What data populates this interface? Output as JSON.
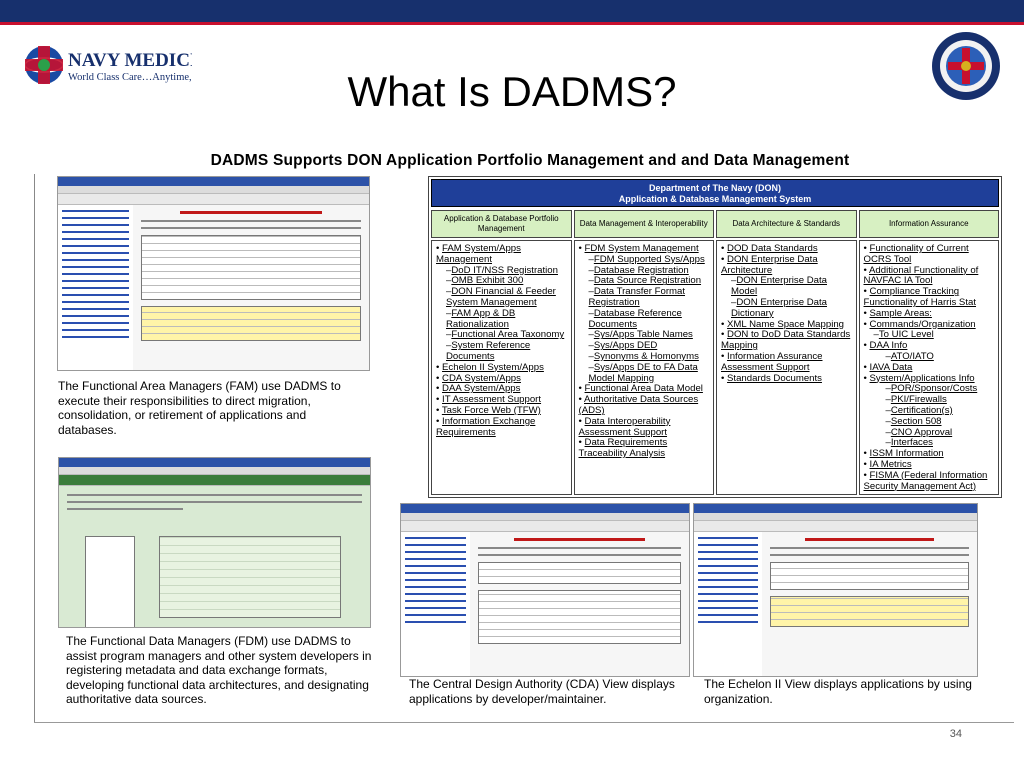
{
  "slide": {
    "title": "What Is DADMS?",
    "subtitle": "DADMS Supports DON Application Portfolio Management and and Data Management",
    "page_number": "34"
  },
  "logo": {
    "org": "NAVY MEDICINE",
    "tagline": "World Class Care…Anytime, Anywhere"
  },
  "table": {
    "header_line1": "Department of The Navy (DON)",
    "header_line2": "Application & Database Management System",
    "columns": [
      "Application & Database Portfolio Management",
      "Data Management & Interoperability",
      "Data Architecture & Standards",
      "Information Assurance"
    ],
    "col1": [
      {
        "t": "FAM System/Apps Management",
        "lvl": 0
      },
      {
        "t": "DoD IT/NSS Registration",
        "lvl": 1
      },
      {
        "t": "OMB Exhibit 300",
        "lvl": 1
      },
      {
        "t": "DON Financial & Feeder System Management",
        "lvl": 1
      },
      {
        "t": "FAM App & DB Rationalization",
        "lvl": 1
      },
      {
        "t": "Functional Area Taxonomy",
        "lvl": 1
      },
      {
        "t": "System Reference Documents",
        "lvl": 1
      },
      {
        "t": "Echelon II System/Apps",
        "lvl": 0
      },
      {
        "t": "CDA System/Apps",
        "lvl": 0
      },
      {
        "t": "DAA System/Apps",
        "lvl": 0
      },
      {
        "t": "IT Assessment Support",
        "lvl": 0
      },
      {
        "t": "Task Force Web (TFW)",
        "lvl": 0
      },
      {
        "t": "Information Exchange Requirements",
        "lvl": 0
      }
    ],
    "col2": [
      {
        "t": "FDM System Management",
        "lvl": 0
      },
      {
        "t": "FDM Supported Sys/Apps",
        "lvl": 1
      },
      {
        "t": "Database Registration",
        "lvl": 1
      },
      {
        "t": "Data Source Registration",
        "lvl": 1
      },
      {
        "t": "Data Transfer Format Registration",
        "lvl": 1
      },
      {
        "t": "Database Reference Documents",
        "lvl": 1
      },
      {
        "t": "Sys/Apps Table Names",
        "lvl": 1
      },
      {
        "t": "Sys/Apps DED",
        "lvl": 1
      },
      {
        "t": "Synonyms & Homonyms",
        "lvl": 1
      },
      {
        "t": "Sys/Apps DE to FA Data Model Mapping",
        "lvl": 1
      },
      {
        "t": "Functional Area Data Model",
        "lvl": 0
      },
      {
        "t": "Authoritative Data Sources (ADS)",
        "lvl": 0
      },
      {
        "t": "Data Interoperability Assessment Support",
        "lvl": 0
      },
      {
        "t": "Data Requirements Traceability Analysis",
        "lvl": 0
      }
    ],
    "col3": [
      {
        "t": "DOD Data Standards",
        "lvl": 0
      },
      {
        "t": "DON Enterprise Data Architecture",
        "lvl": 0
      },
      {
        "t": "DON Enterprise Data Model",
        "lvl": 1
      },
      {
        "t": "DON Enterprise Data Dictionary",
        "lvl": 1
      },
      {
        "t": "XML Name Space Mapping",
        "lvl": 0
      },
      {
        "t": "DON to DoD Data Standards Mapping",
        "lvl": 0
      },
      {
        "t": "Information Assurance Assessment Support",
        "lvl": 0
      },
      {
        "t": "Standards Documents",
        "lvl": 0
      }
    ],
    "col4": [
      {
        "t": "Functionality of Current OCRS Tool",
        "lvl": 0
      },
      {
        "t": "Additional Functionality of NAVFAC IA Tool",
        "lvl": 0
      },
      {
        "t": "Compliance Tracking Functionality of Harris Stat",
        "lvl": 0
      },
      {
        "t": "Sample Areas:",
        "lvl": 0
      },
      {
        "t": "Commands/Organization",
        "lvl": 0
      },
      {
        "t": "To UIC Level",
        "lvl": 1
      },
      {
        "t": "DAA Info",
        "lvl": 0
      },
      {
        "t": "ATO/IATO",
        "lvl": 2
      },
      {
        "t": "IAVA Data",
        "lvl": 0
      },
      {
        "t": "System/Applications Info",
        "lvl": 0
      },
      {
        "t": "POR/Sponsor/Costs",
        "lvl": 2
      },
      {
        "t": "PKI/Firewalls",
        "lvl": 2
      },
      {
        "t": "Certification(s)",
        "lvl": 2
      },
      {
        "t": "Section 508",
        "lvl": 2
      },
      {
        "t": "CNO Approval",
        "lvl": 2
      },
      {
        "t": "Interfaces",
        "lvl": 2
      },
      {
        "t": "ISSM Information",
        "lvl": 0
      },
      {
        "t": "IA Metrics",
        "lvl": 0
      },
      {
        "t": "FISMA (Federal Information Security Management Act)",
        "lvl": 0
      }
    ]
  },
  "captions": {
    "fam": "The Functional Area Managers (FAM) use DADMS to execute their responsibilities to direct migration, consolidation, or retirement of applications and databases.",
    "fdm": "The Functional Data Managers (FDM) use DADMS to assist program managers and other system developers in registering metadata and data exchange formats, developing functional data architectures, and designating authoritative data sources.",
    "cda": "The Central Design Authority (CDA) View displays applications by developer/maintainer.",
    "echelon": "The Echelon II View displays applications by using organization."
  },
  "colors": {
    "topbar": "#17306d",
    "stripe": "#c8102e",
    "table_header": "#1f3f99",
    "column_header": "#d7f0c2"
  }
}
